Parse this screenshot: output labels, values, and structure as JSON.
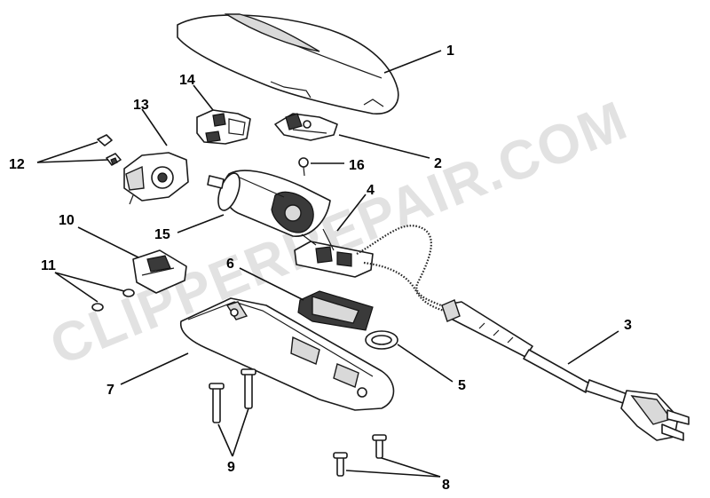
{
  "watermark": "CLIPPERREPAIR.COM",
  "callouts": {
    "p1": "1",
    "p2": "2",
    "p3": "3",
    "p4": "4",
    "p5": "5",
    "p6": "6",
    "p7": "7",
    "p8": "8",
    "p9": "9",
    "p10": "10",
    "p11": "11",
    "p12": "12",
    "p13": "13",
    "p14": "14",
    "p15": "15",
    "p16": "16"
  }
}
